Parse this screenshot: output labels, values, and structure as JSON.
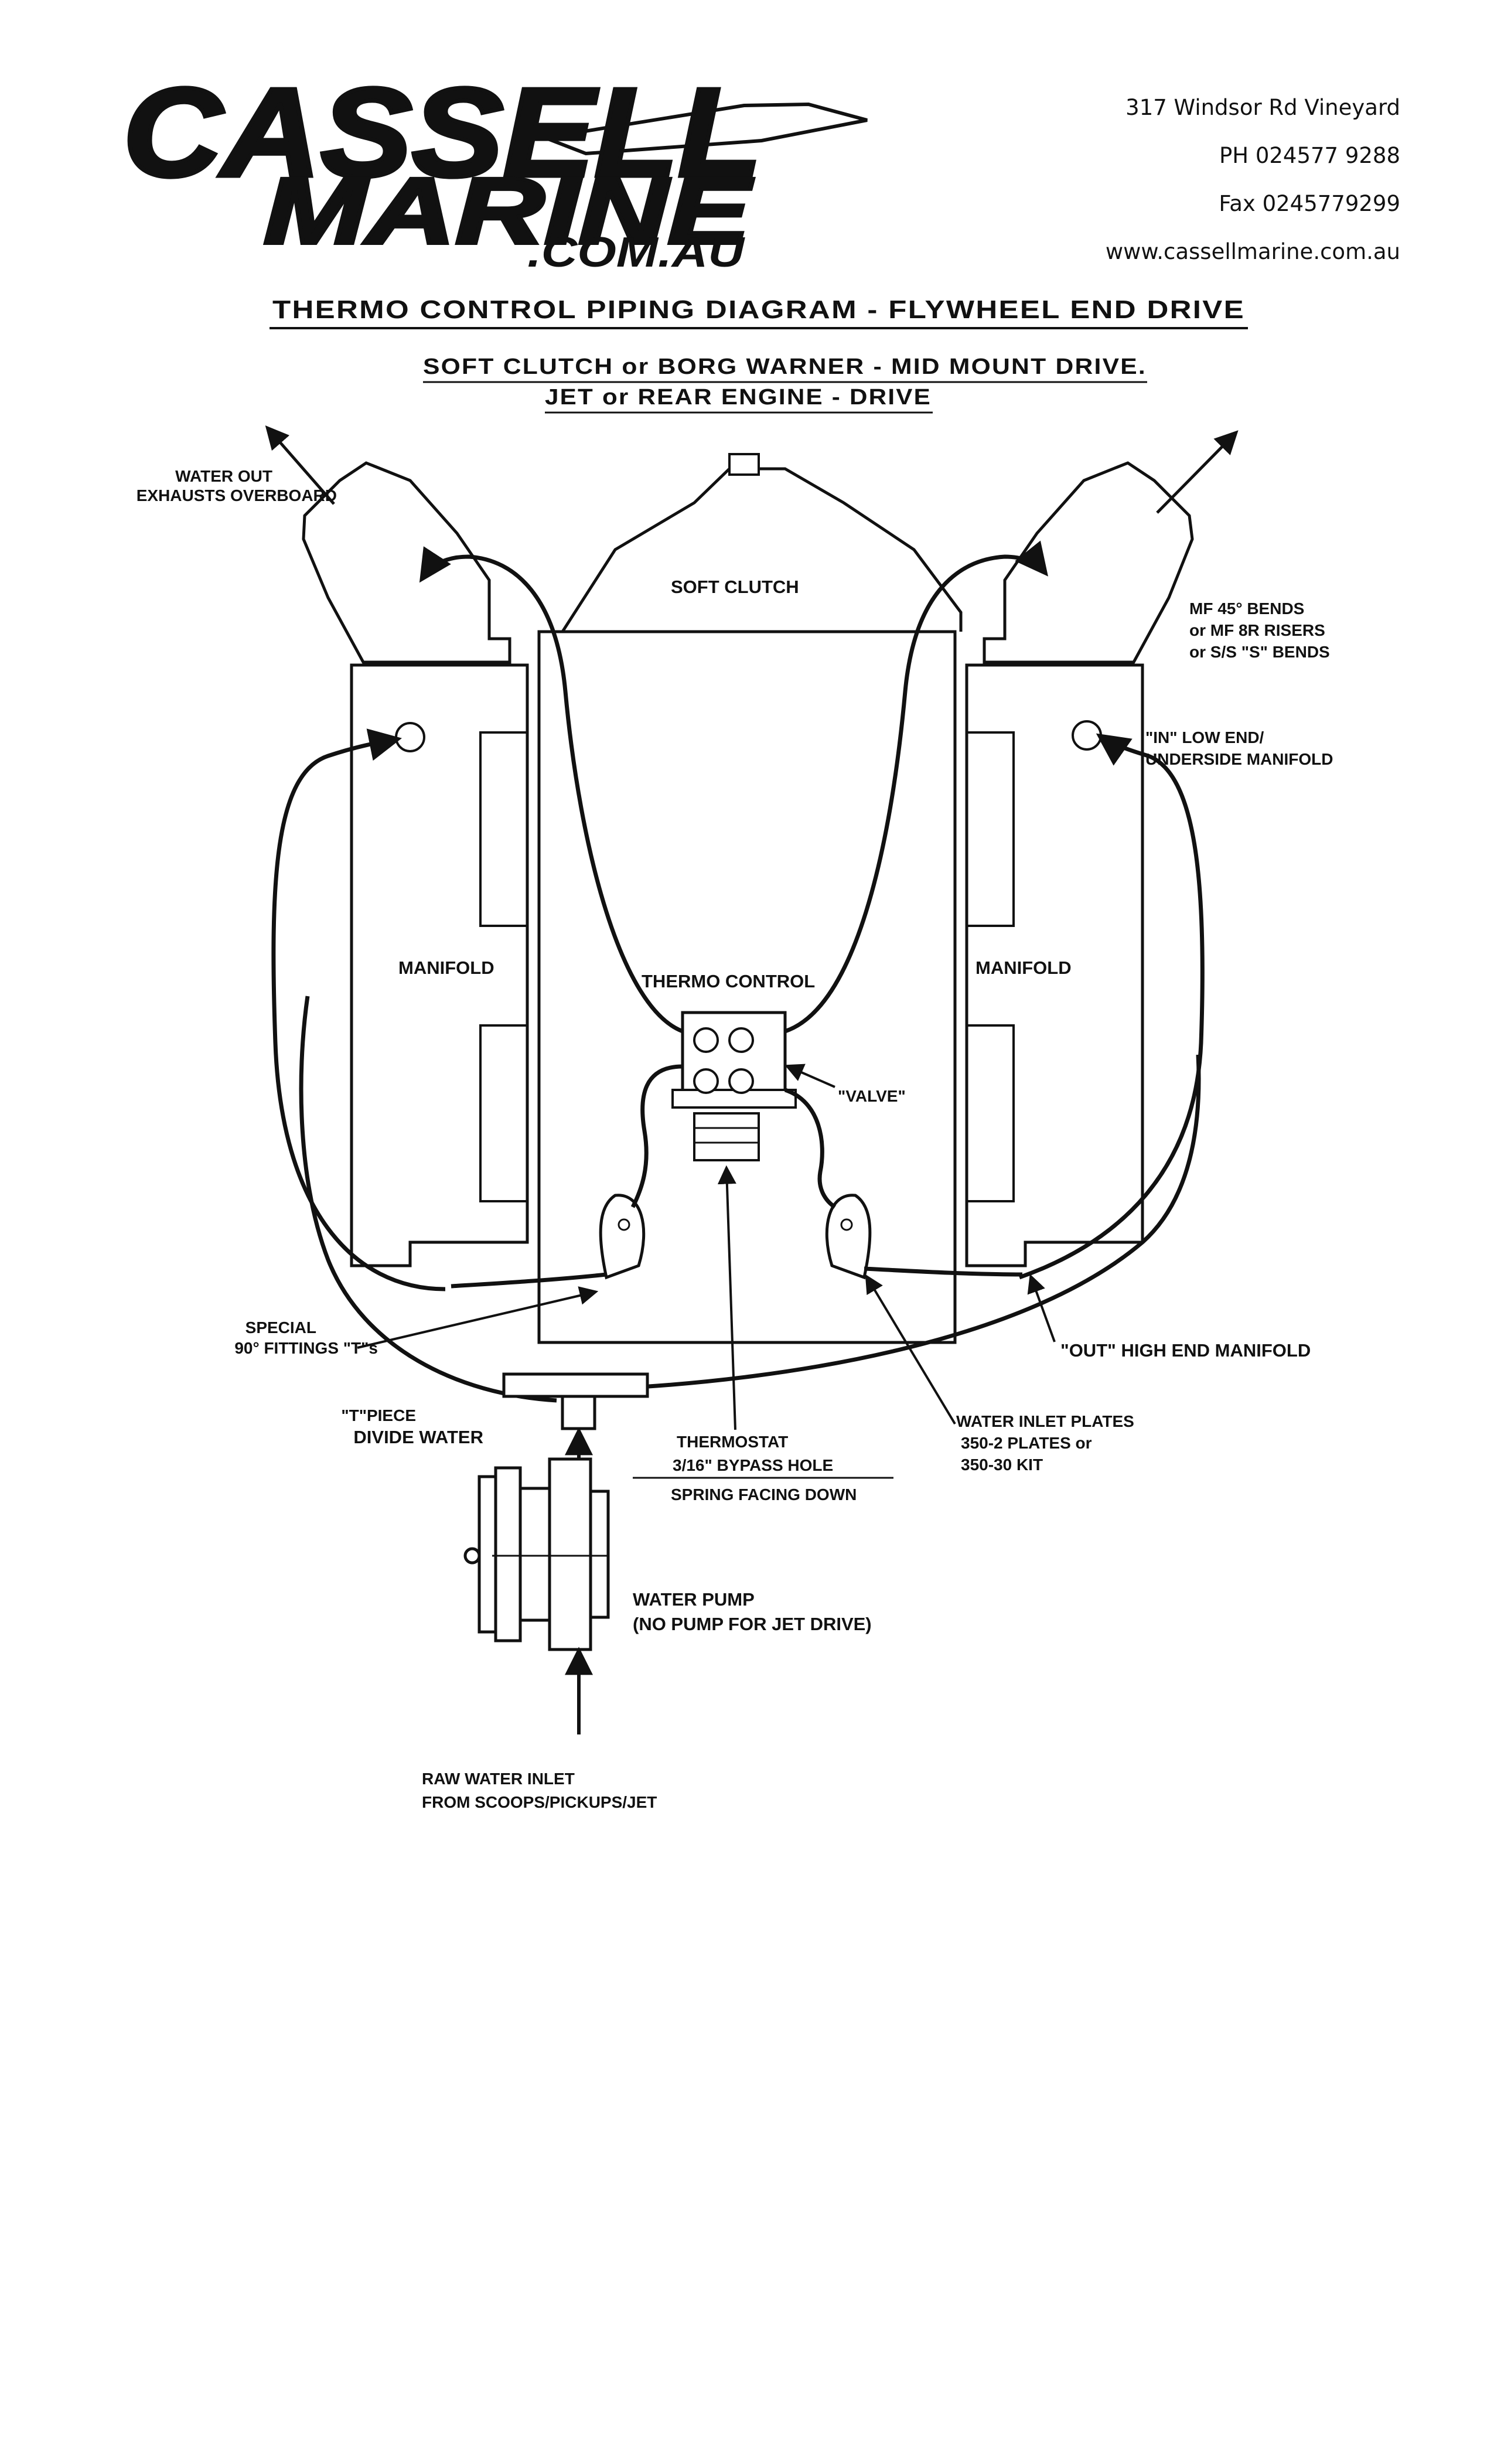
{
  "brand": {
    "line1": "CASSELL",
    "line2": "MARINE",
    "line3": ".COM.AU"
  },
  "contact": {
    "address": "317 Windsor Rd Vineyard",
    "phone": "PH 024577 9288",
    "fax": "Fax 0245779299",
    "website": "www.cassellmarine.com.au"
  },
  "title": "THERMO CONTROL PIPING DIAGRAM - FLYWHEEL END DRIVE",
  "subtitle_1": "SOFT CLUTCH or BORG WARNER - MID MOUNT DRIVE.",
  "subtitle_2": "JET or REAR ENGINE - DRIVE",
  "labels": {
    "water_out_1": "WATER OUT",
    "water_out_2": "EXHAUSTS OVERBOARD",
    "soft_clutch": "SOFT CLUTCH",
    "bends_1": "MF 45° BENDS",
    "bends_2": "or MF 8R RISERS",
    "bends_3": "or S/S \"S\" BENDS",
    "in_low_1": "\"IN\" LOW END/",
    "in_low_2": "UNDERSIDE MANIFOLD",
    "manifold_left": "MANIFOLD",
    "manifold_right": "MANIFOLD",
    "thermo_control": "THERMO CONTROL",
    "valve": "\"VALVE\"",
    "special_1": "SPECIAL",
    "special_2": "90° FITTINGS \"T\"s",
    "out_high": "\"OUT\" HIGH END MANIFOLD",
    "tpiece_1": "\"T\"PIECE",
    "tpiece_2": "DIVIDE WATER",
    "thermostat_1": "THERMOSTAT",
    "thermostat_2": "3/16\" BYPASS HOLE",
    "thermostat_3": "SPRING FACING DOWN",
    "inlet_plates_1": "WATER INLET PLATES",
    "inlet_plates_2": "350-2 PLATES or",
    "inlet_plates_3": "350-30 KIT",
    "pump_1": "WATER PUMP",
    "pump_2": "(NO PUMP FOR JET DRIVE)",
    "raw_1": "RAW WATER INLET",
    "raw_2": "FROM SCOOPS/PICKUPS/JET"
  }
}
